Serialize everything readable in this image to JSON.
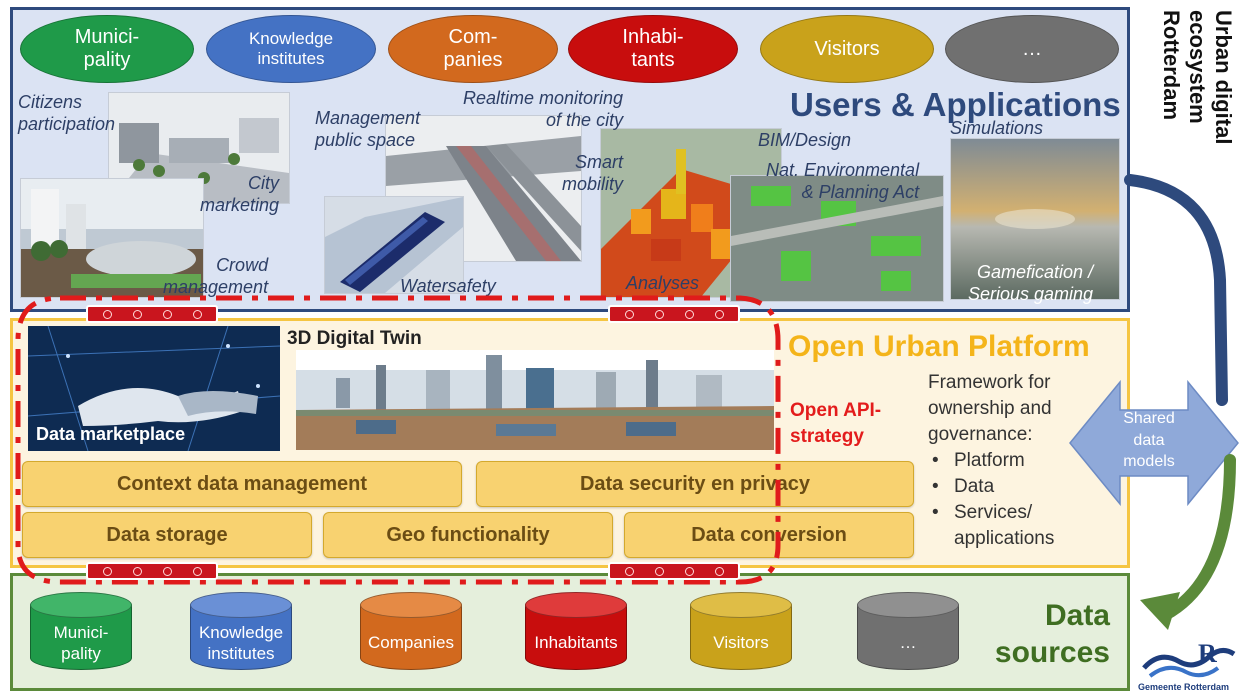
{
  "side_title": {
    "line1": "Urban digital",
    "line2": "ecosystem",
    "line3": "Rotterdam"
  },
  "users": {
    "title": "Users & Applications",
    "ovals": [
      {
        "label": "Munici-\npality",
        "color": "#1f9a49"
      },
      {
        "label": "Knowledge\ninstitutes",
        "color": "#4472c4"
      },
      {
        "label": "Com-\npanies",
        "color": "#d2691e"
      },
      {
        "label": "Inhabi-\ntants",
        "color": "#c80d0d"
      },
      {
        "label": "Visitors",
        "color": "#c9a21b"
      },
      {
        "label": "…",
        "color": "#707070"
      }
    ],
    "applications": {
      "citizens": "Citizens\nparticipation",
      "management": "Management\npublic space",
      "realtime": "Realtime monitoring\nof the city",
      "bim": "BIM/Design",
      "simulations": "Simulations",
      "city_marketing": "City\nmarketing",
      "smart_mobility": "Smart\nmobility",
      "nat_env": "Nat. Environmental\n& Planning Act",
      "crowd": "Crowd\nmanagement",
      "watersafety": "Watersafety",
      "analyses": "Analyses",
      "gamefication": "Gamefication /\nSerious gaming"
    }
  },
  "platform": {
    "title": "Open Urban Platform",
    "marketplace_label": "Data marketplace",
    "digital_twin_label": "3D Digital Twin",
    "api_strategy": "Open API-\nstrategy",
    "functions": {
      "context": "Context data management",
      "security": "Data security en privacy",
      "storage": "Data storage",
      "geo": "Geo functionality",
      "conversion": "Data conversion"
    },
    "framework_intro": "Framework for\nownership and\ngovernance:",
    "framework_items": [
      "Platform",
      "Data",
      "Services/\napplications"
    ]
  },
  "shared": {
    "label": "Shared\ndata\nmodels",
    "color": "#8fa9d9"
  },
  "sources": {
    "title": "Data\nsources",
    "cylinders": [
      {
        "label": "Munici-\npality",
        "color": "#1f9a49"
      },
      {
        "label": "Knowledge\ninstitutes",
        "color": "#4472c4"
      },
      {
        "label": "Companies",
        "color": "#d2691e"
      },
      {
        "label": "Inhabitants",
        "color": "#c80d0d"
      },
      {
        "label": "Visitors",
        "color": "#c9a21b"
      },
      {
        "label": "…",
        "color": "#707070"
      }
    ]
  },
  "logo_text": "Gemeente Rotterdam",
  "colors": {
    "users_bg": "#dbe3f3",
    "users_border": "#2e4a7d",
    "platform_border": "#f5c542",
    "sources_border": "#5b8a3a",
    "dash_red": "#e01b1b"
  }
}
